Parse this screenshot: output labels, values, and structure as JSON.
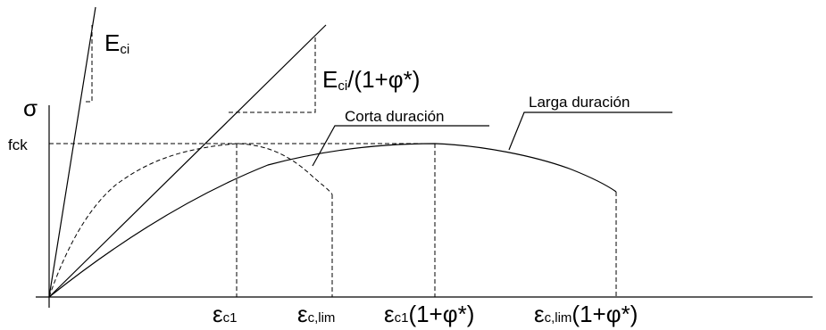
{
  "axes": {
    "y_label": "σ",
    "fck_label": "fck"
  },
  "lines": {
    "eci_main": "E",
    "eci_sub": "ci",
    "eci2_main": "E",
    "eci2_sub": "ci",
    "eci2_rest": "/(1+φ*)"
  },
  "curves": {
    "short": "Corta duración",
    "long": "Larga duración"
  },
  "x_ticks": {
    "t1_main": "ε",
    "t1_sub": "c1",
    "t2_main": "ε",
    "t2_sub": "c,lim",
    "t3_main": "ε",
    "t3_sub": "c1",
    "t3_rest": "(1+φ*)",
    "t4_main": "ε",
    "t4_sub": "c,lim",
    "t4_rest": "(1+φ*)"
  }
}
